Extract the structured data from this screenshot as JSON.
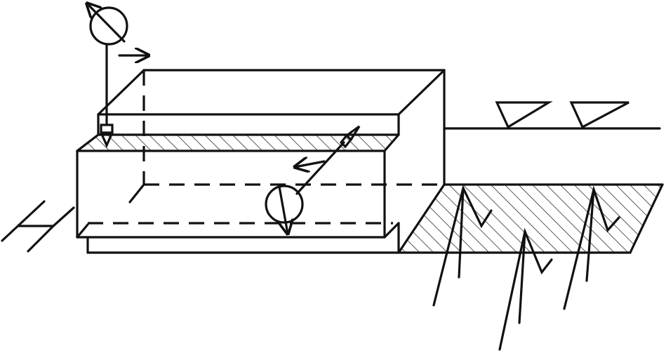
{
  "colors": {
    "ink": "#111111",
    "background": "#ffffff"
  },
  "symbols": {
    "positioning_supports": 6,
    "clamping_points": 1,
    "dial_indicators": 2
  },
  "icons": [
    "dial-indicator-icon",
    "support-symbol-icon",
    "arrow-icon",
    "hatched-surface-icon"
  ]
}
